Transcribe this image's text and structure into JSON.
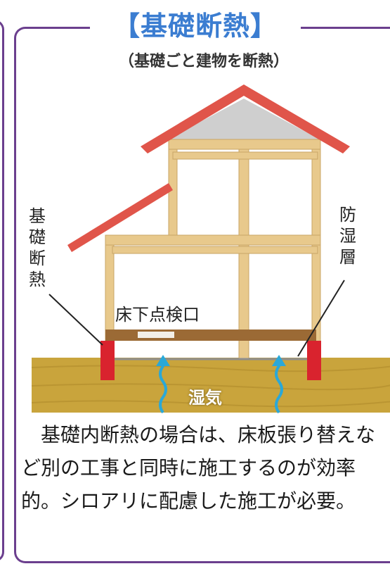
{
  "title": "【基礎断熱】",
  "subtitle": "（基礎ごと建物を断熱）",
  "labels": {
    "foundation_insulation": "基礎断熱",
    "moisture_barrier": "防湿層",
    "inspection_hatch": "床下点検口",
    "moisture": "湿気"
  },
  "description": "基礎内断熱の場合は、床板張り替えなど別の工事と同時に施工するのが効率的。シロアリに配慮した施工が必要。",
  "colors": {
    "frame": "#6b3f8e",
    "title": "#3b7dd1",
    "roof": "#e0554a",
    "timber": "#e8c98c",
    "ground": "#c9a43c",
    "insulation": "#d9232e",
    "moisture_arrow": "#2aa8d8"
  }
}
